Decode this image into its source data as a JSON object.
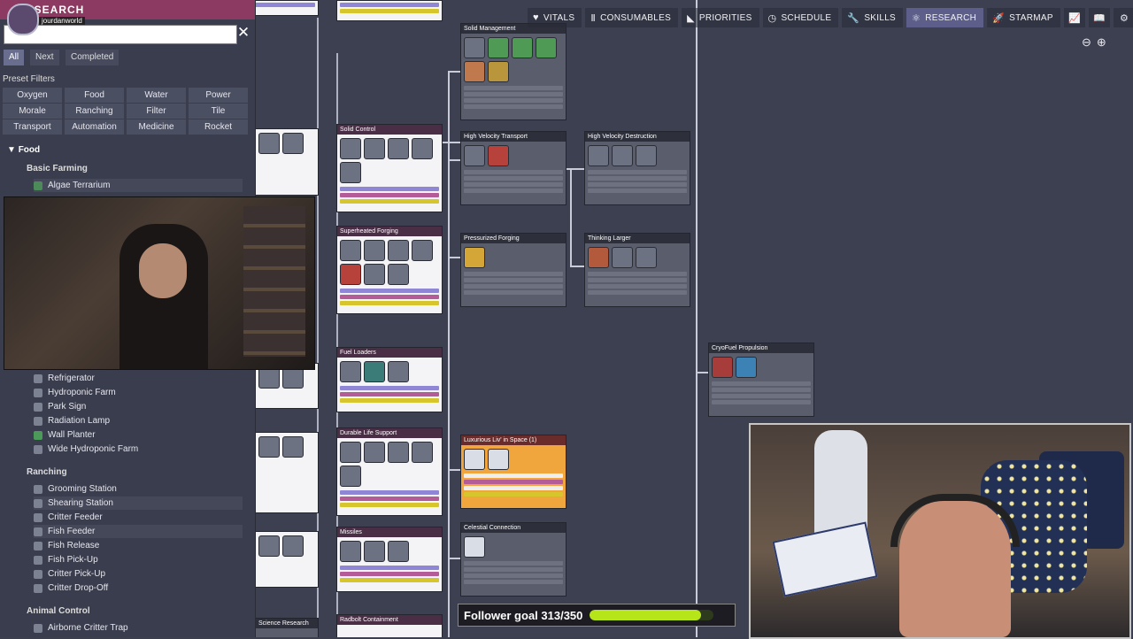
{
  "app": {
    "panel_title": "RESEARCH"
  },
  "stream": {
    "badge_name": "jourdanworld"
  },
  "nav": {
    "items": [
      {
        "label": "VITALS",
        "icon": "heart-icon",
        "glyph": "♥"
      },
      {
        "label": "CONSUMABLES",
        "icon": "fork-knife-icon",
        "glyph": "Ⅱ"
      },
      {
        "label": "PRIORITIES",
        "icon": "priorities-icon",
        "glyph": "◣"
      },
      {
        "label": "SCHEDULE",
        "icon": "clock-icon",
        "glyph": "◷"
      },
      {
        "label": "SKILLS",
        "icon": "wrench-icon",
        "glyph": "🔧"
      },
      {
        "label": "RESEARCH",
        "icon": "research-icon",
        "glyph": "⚛"
      },
      {
        "label": "STARMAP",
        "icon": "rocket-icon",
        "glyph": "🚀"
      }
    ],
    "extra": [
      {
        "icon": "stats-icon",
        "glyph": "📈"
      },
      {
        "icon": "codex-icon",
        "glyph": "📖"
      },
      {
        "icon": "settings-icon",
        "glyph": "⚙"
      }
    ],
    "zoom_out": "⊖",
    "zoom_in": "⊕"
  },
  "panel": {
    "search_placeholder": "",
    "close": "✕",
    "filters": [
      "All",
      "Next",
      "Completed"
    ],
    "preset_label": "Preset Filters",
    "presets": [
      "Oxygen",
      "Food",
      "Water",
      "Power",
      "Morale",
      "Ranching",
      "Filter",
      "Tile",
      "Transport",
      "Automation",
      "Medicine",
      "Rocket"
    ],
    "category": "Food",
    "sub1": "Basic Farming",
    "item_top": "Algae Terrarium",
    "food_items": [
      "Refrigerator",
      "Hydroponic Farm",
      "Park Sign",
      "Radiation Lamp",
      "Wall Planter",
      "Wide Hydroponic Farm"
    ],
    "sub2": "Ranching",
    "ranching_items": [
      "Grooming Station",
      "Shearing Station",
      "Critter Feeder",
      "Fish Feeder",
      "Fish Release",
      "Fish Pick-Up",
      "Critter Pick-Up",
      "Critter Drop-Off"
    ],
    "sub3": "Animal Control",
    "animal_items": [
      "Airborne Critter Trap"
    ]
  },
  "tree": {
    "cards": [
      {
        "title": "Solid Management",
        "values": [
          "0/50",
          "0/70",
          "0/40",
          "0/30"
        ]
      },
      {
        "title": "Solid Control",
        "values": [
          "40/40",
          "50/50",
          "20/20"
        ]
      },
      {
        "title": "High Velocity Transport",
        "values": [
          "0/50",
          "0/70",
          "0/40",
          "0/30"
        ]
      },
      {
        "title": "High Velocity Destruction",
        "values": [
          "0/70",
          "0/100",
          "0/370",
          "0/230"
        ]
      },
      {
        "title": "Superheated Forging",
        "values": [
          "40/40",
          "50/50",
          "20/20"
        ]
      },
      {
        "title": "Pressurized Forging",
        "values": [
          "0/50",
          "0/70",
          "0/40",
          "0/30"
        ]
      },
      {
        "title": "Thinking Larger",
        "values": [
          "0/70",
          "0/130",
          "0/150",
          "0/250"
        ]
      },
      {
        "title": "Fuel Loaders",
        "values": [
          "40/40",
          "50/50",
          "20/20"
        ]
      },
      {
        "title": "CryoFuel Propulsion",
        "values": [
          "0/100",
          "0/130",
          "0/150",
          "0/400"
        ]
      },
      {
        "title": "Durable Life Support",
        "values": [
          "40/40",
          "50/50",
          "20/20"
        ]
      },
      {
        "title": "Luxurious Liv' in Space (1)",
        "values": [
          "49/50",
          "44/70",
          "29/40",
          "30/30"
        ]
      },
      {
        "title": "Missiles",
        "values": [
          "40/40",
          "50/50",
          "20/20"
        ]
      },
      {
        "title": "Celestial Connection",
        "values": [
          "0/50",
          "0/70",
          "0/40",
          "0/30"
        ]
      },
      {
        "title": "Radbolt Containment",
        "values": []
      },
      {
        "title": "Science Research",
        "values": []
      }
    ]
  },
  "goal": {
    "label": "Follower goal 313/350",
    "current": 313,
    "target": 350
  }
}
